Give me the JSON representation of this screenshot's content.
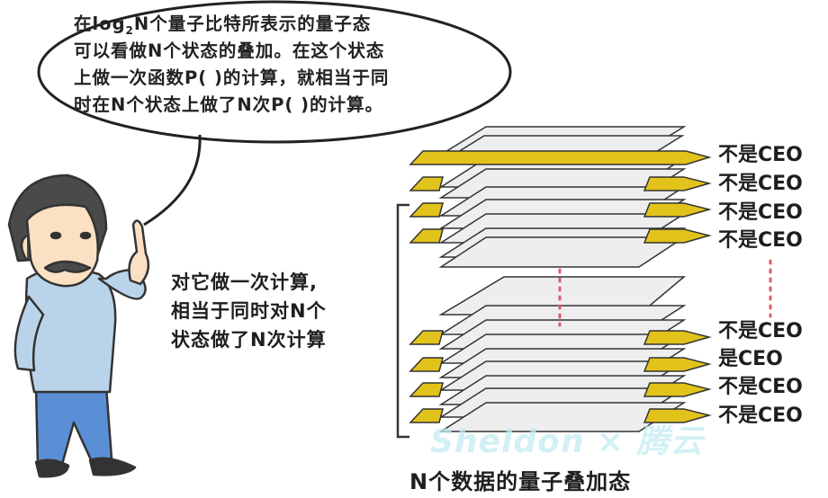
{
  "speech_bubble": {
    "lines": [
      {
        "pre": "在log",
        "sub": "2",
        "post": "N个量子比特所表示的量子态"
      },
      {
        "text": "可以看做N个状态的叠加。在这个状态"
      },
      {
        "text": "上做一次函数P( )的计算，就相当于同"
      },
      {
        "text": "时在N个状态上做了N次P( )的计算。"
      }
    ]
  },
  "side_text": {
    "lines": [
      "对它做一次计算,",
      "相当于同时对N个",
      "状态做了N次计算"
    ]
  },
  "stack_labels": {
    "top": [
      "不是CEO",
      "不是CEO",
      "不是CEO",
      "不是CEO"
    ],
    "bottom": [
      "不是CEO",
      "是CEO",
      "不是CEO",
      "不是CEO"
    ]
  },
  "caption": "N个数据的量子叠加态",
  "watermark": "Sheldon × 腾云",
  "colors": {
    "arrow_fill": "#e2c31c",
    "plate_fill": "#eeeeee",
    "shirt": "#b9d4ea",
    "pants": "#5a8fd6",
    "dots": "#e05a6a"
  }
}
